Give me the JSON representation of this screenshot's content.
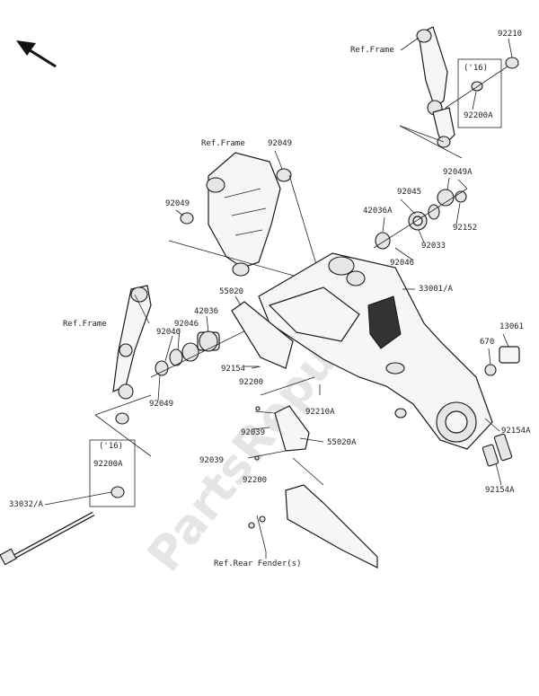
{
  "watermark": "PartsRepublik",
  "labels": {
    "ref_frame_top": "Ref.Frame",
    "ref_frame_mid": "Ref.Frame",
    "ref_frame_left": "Ref.Frame",
    "ref_rear_fender": "Ref.Rear Fender(s)",
    "p92210_top": "92210",
    "note_16_top": "('16)",
    "p92200A_top": "92200A",
    "p92049_a": "92049",
    "p92049_b": "92049",
    "p92049A": "92049A",
    "p92045": "92045",
    "p42036A": "42036A",
    "p92152": "92152",
    "p92033": "92033",
    "p92046_right": "92046",
    "p33001": "33001/A",
    "p55020": "55020",
    "p42036": "42036",
    "p92046_left": "92046",
    "p92046_left2": "92046",
    "p13061": "13061",
    "p670": "670",
    "p92154_mid": "92154",
    "p92200_upper": "92200",
    "p92210A": "92210A",
    "p92039_upper": "92039",
    "p55020A": "55020A",
    "p92039_lower": "92039",
    "p92200_lower": "92200",
    "p92154A_upper": "92154A",
    "p92154A_lower": "92154A",
    "p92049_left": "92049",
    "note_16_left": "('16)",
    "p92200A_left": "92200A",
    "p33032": "33032/A"
  },
  "icons": [
    "direction-arrow-icon"
  ]
}
